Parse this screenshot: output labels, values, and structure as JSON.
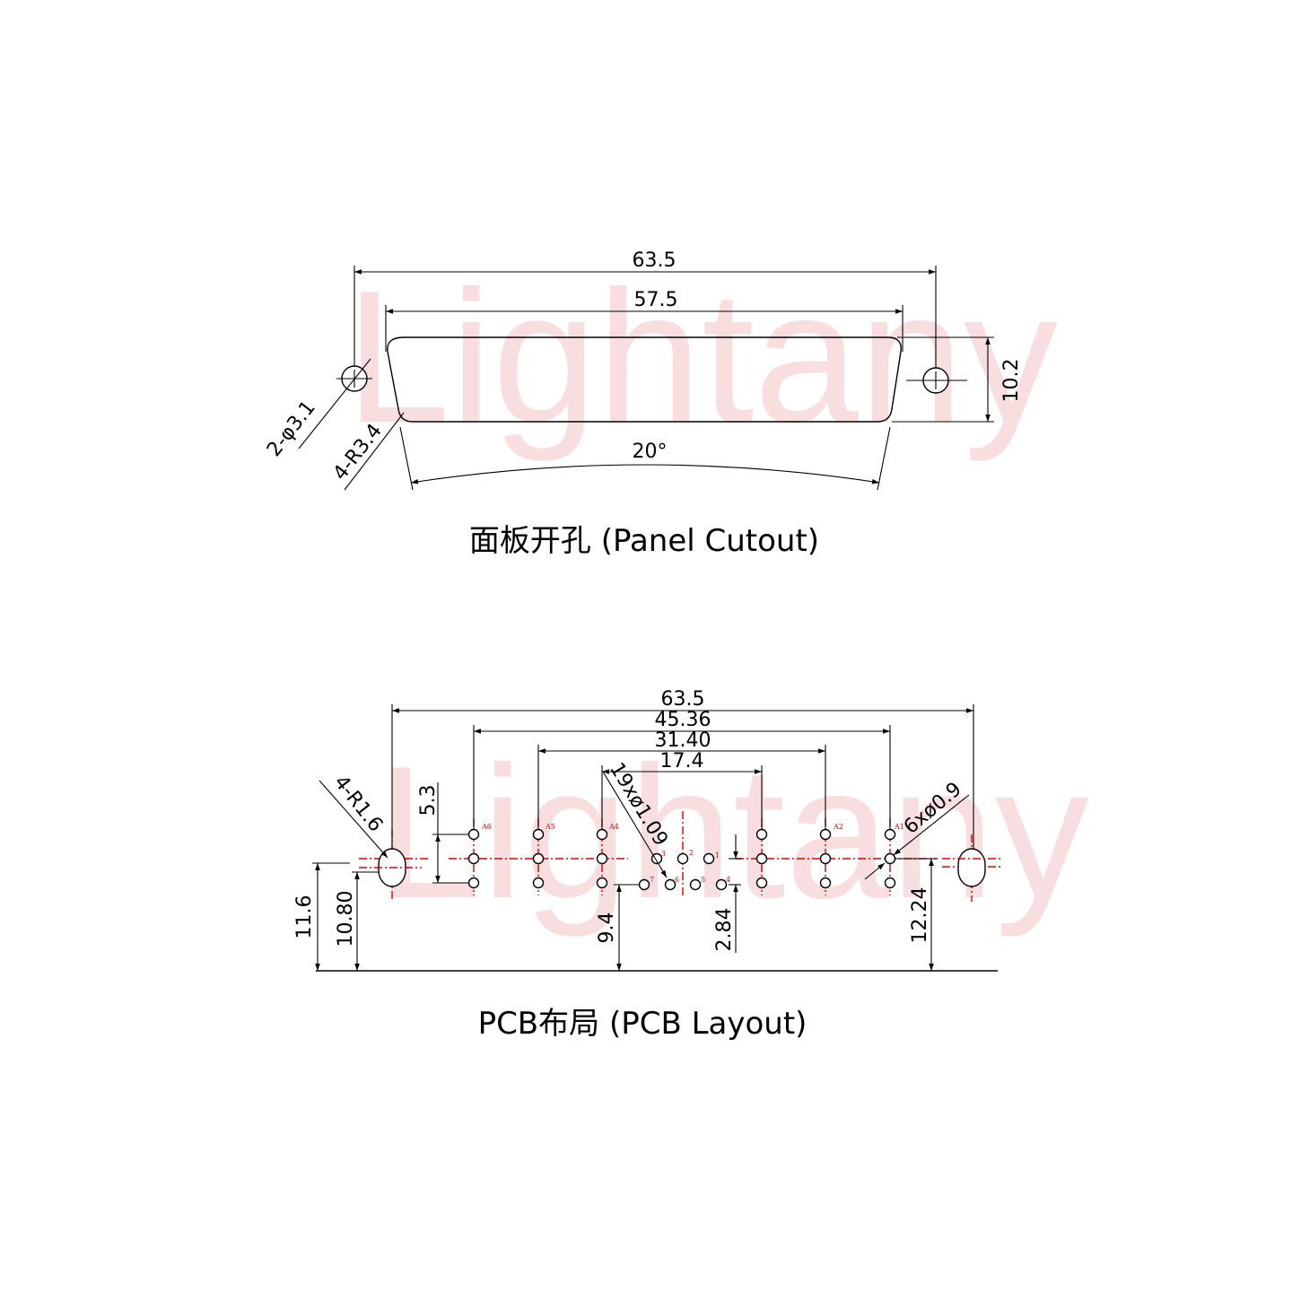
{
  "watermark": "Lightany",
  "panel_cutout": {
    "caption": "面板开孔 (Panel Cutout)",
    "dim_overall_width": "63.5",
    "dim_cutout_width": "57.5",
    "dim_height": "10.2",
    "dim_angle": "20°",
    "dim_mount_holes": "2-φ3.1",
    "dim_corner_radius": "4-R3.4"
  },
  "pcb_layout": {
    "caption": "PCB布局 (PCB Layout)",
    "dim_overall_width": "63.5",
    "dim_a_span": "45.36",
    "dim_a_inner_span": "31.40",
    "dim_signal_span": "17.4",
    "dim_slot_radius": "4-R1.6",
    "dim_signal_holes": "19xø1.09",
    "dim_power_holes": "6xø0.9",
    "dim_row_pitch": "5.3",
    "dim_left_outer_height": "11.6",
    "dim_left_inner_height": "10.80",
    "dim_signal_height": "9.4",
    "dim_signal_pitch": "2.84",
    "dim_right_height": "12.24",
    "pin_labels": {
      "a6": "A6",
      "a5": "A5",
      "a4": "A4",
      "a2": "A2",
      "a1": "A1",
      "p1": "1",
      "p2": "2",
      "p3": "3",
      "p4": "4",
      "p5": "5",
      "p6": "6",
      "p7": "7"
    }
  }
}
